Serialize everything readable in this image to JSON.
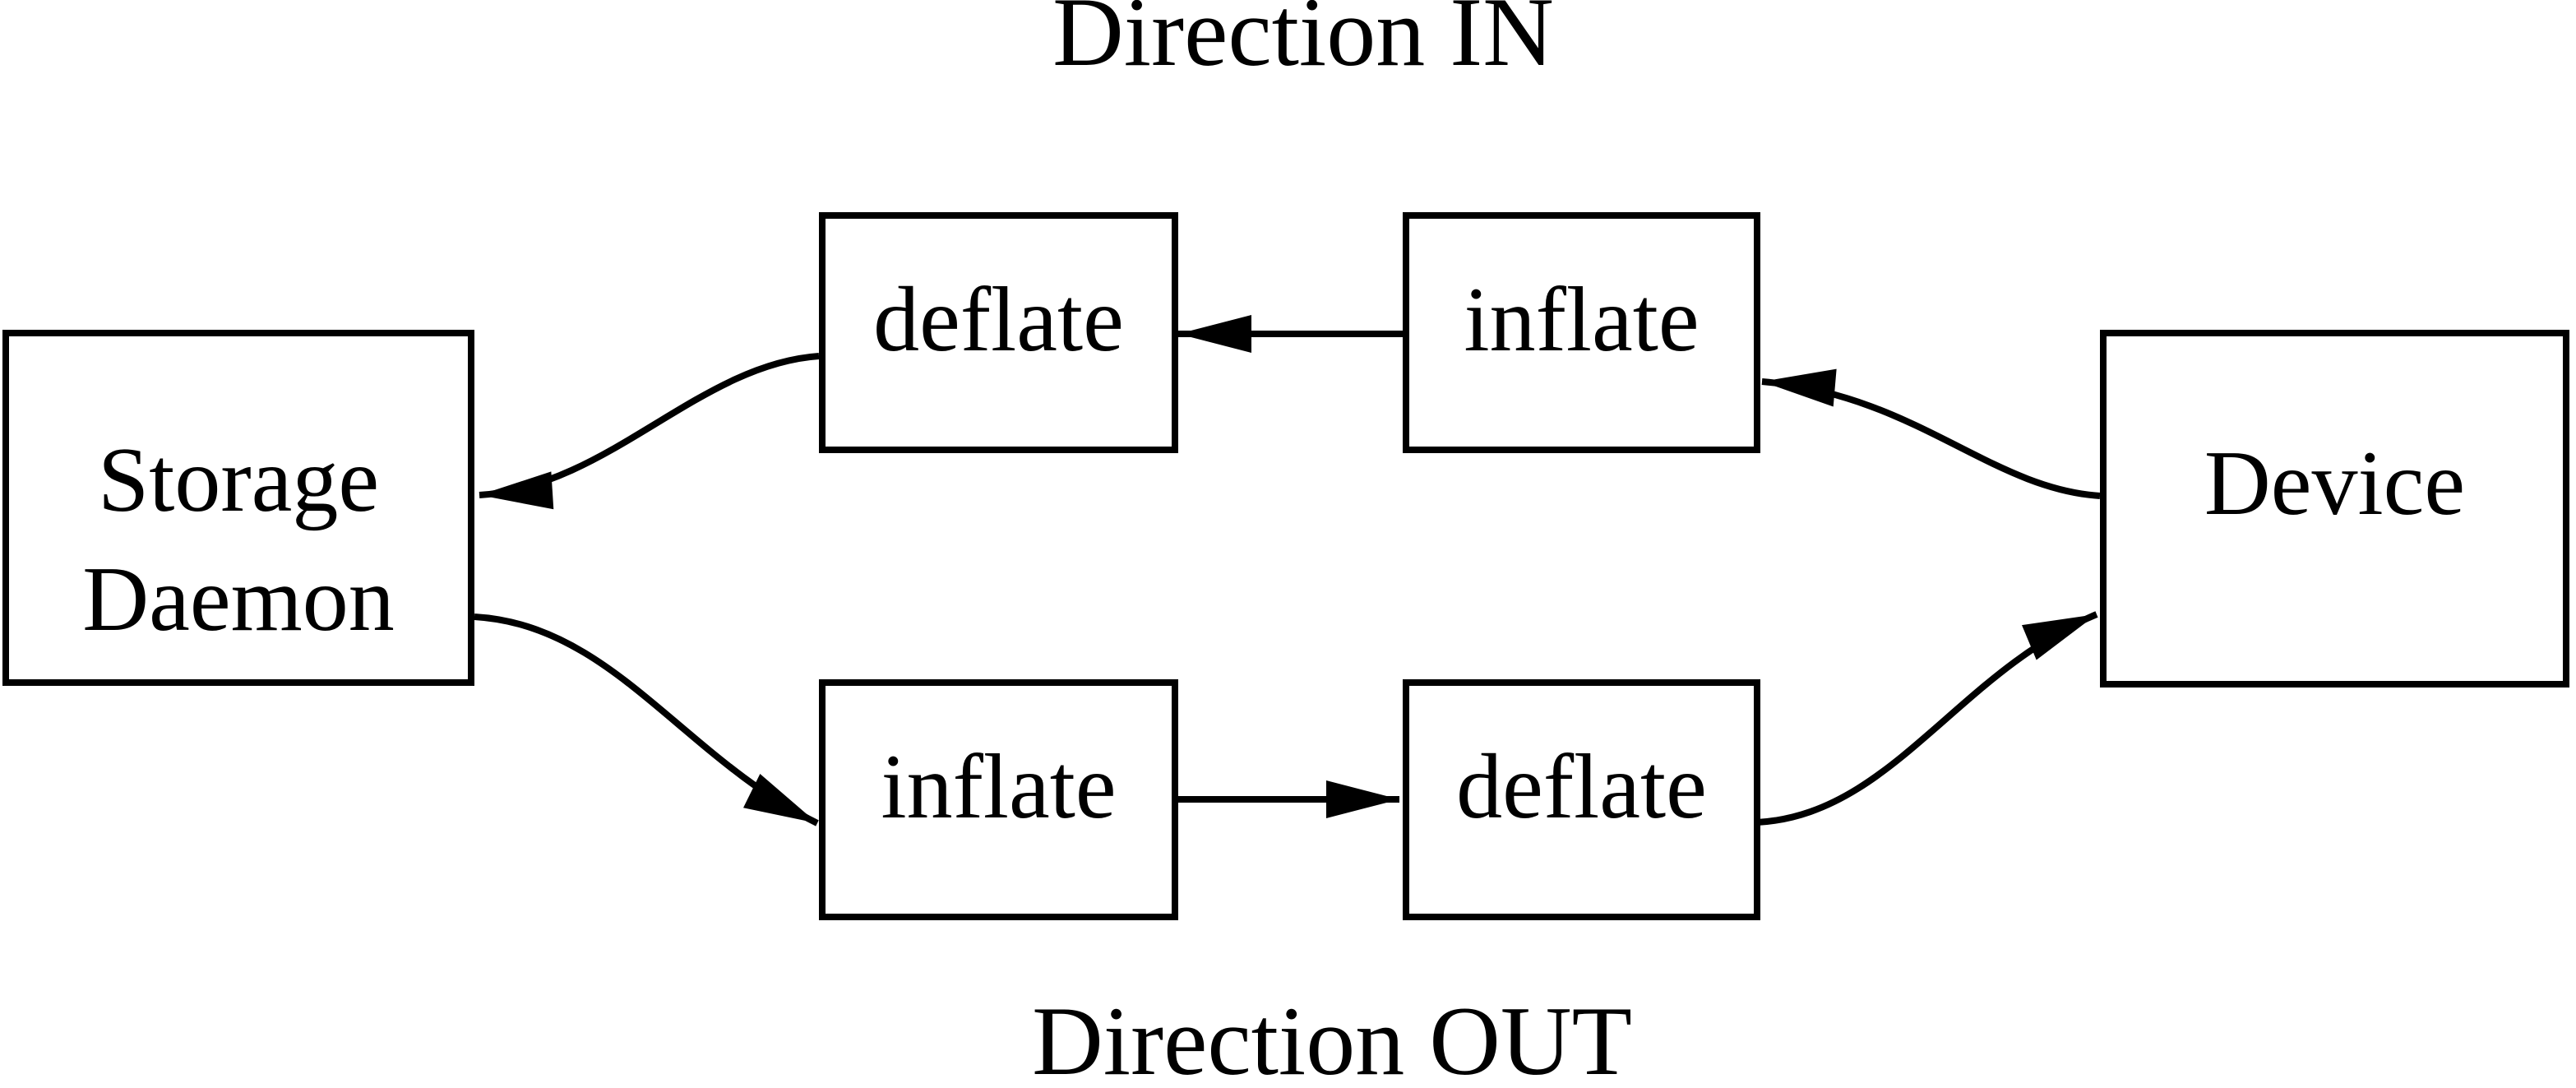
{
  "diagram": {
    "title_top": "Direction IN",
    "title_bottom": "Direction OUT",
    "boxes": {
      "storage_daemon": {
        "lines": [
          "Storage",
          "Daemon"
        ]
      },
      "deflate_in": {
        "label": "deflate"
      },
      "inflate_in": {
        "label": "inflate"
      },
      "inflate_out": {
        "label": "inflate"
      },
      "deflate_out": {
        "label": "deflate"
      },
      "device": {
        "label": "Device"
      }
    },
    "colors": {
      "line": "#000000",
      "text": "#000000",
      "background": "#ffffff"
    }
  }
}
